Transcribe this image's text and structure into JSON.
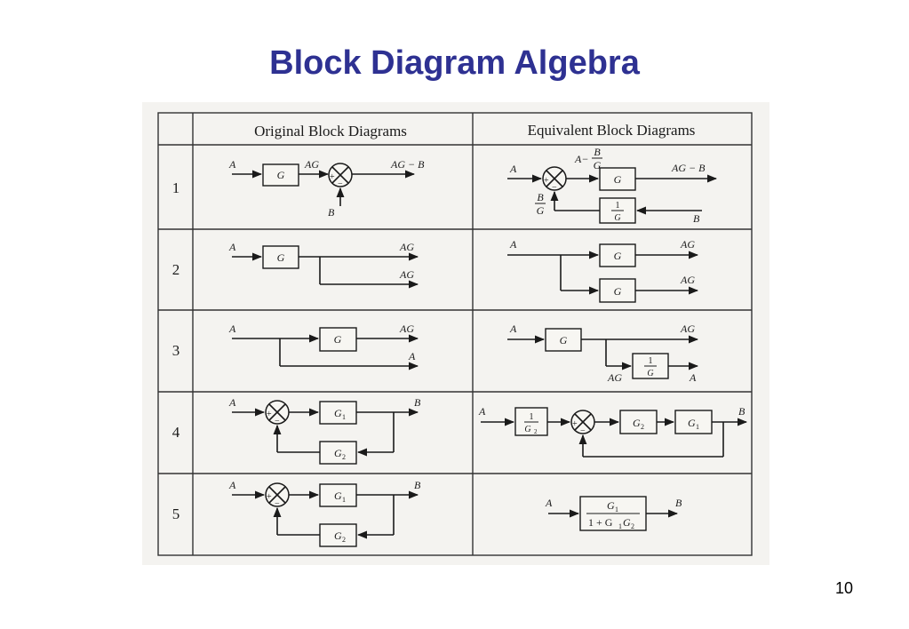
{
  "slide": {
    "title": "Block Diagram Algebra",
    "page_number": "10"
  },
  "table": {
    "headers": [
      "Original Block Diagrams",
      "Equivalent Block Diagrams"
    ],
    "rows": [
      "1",
      "2",
      "3",
      "4",
      "5"
    ]
  },
  "labels": {
    "A": "A",
    "B": "B",
    "G": "G",
    "AG": "AG",
    "AG_minus_B": "AG − B",
    "A_minus": "A−",
    "B_over_G_num": "B",
    "B_over_G_den": "G",
    "one": "1",
    "one_over_G_den": "G",
    "plus": "+",
    "minus": "−",
    "G1": "G",
    "G2": "G",
    "sub1": "1",
    "sub2": "2",
    "one_plus_G1G2": "1 + G",
    "G1G2_tail_1": "G",
    "G1G2_sub1": "1",
    "G1G2_sub2": "2"
  },
  "colors": {
    "title": "#2e3192",
    "ink": "#1a1a1a",
    "scan_background": "#f4f3f0"
  }
}
